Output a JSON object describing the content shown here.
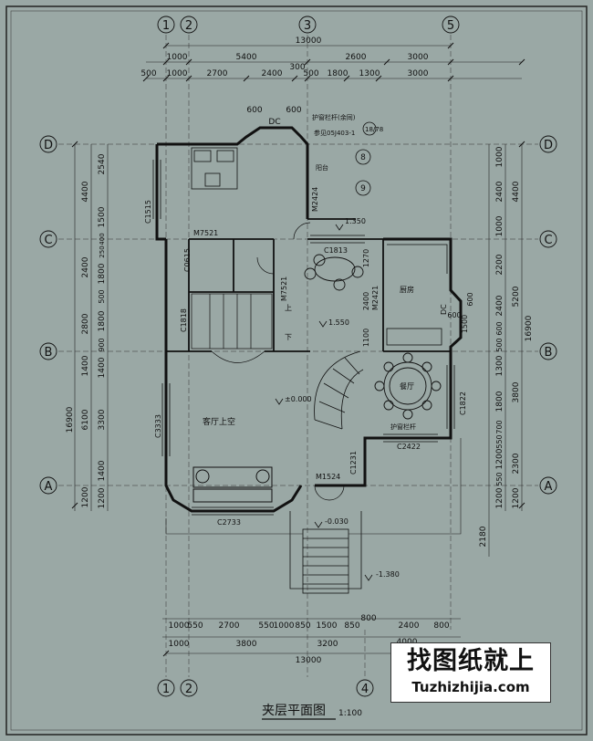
{
  "title": "夹层平面图",
  "scale": "1:100",
  "watermark": {
    "cn": "找图纸就上",
    "en": "Tuzhizhijia.com"
  },
  "grid_axes": {
    "top": [
      "1",
      "2",
      "3",
      "5"
    ],
    "bottom": [
      "1",
      "2",
      "4"
    ],
    "left": [
      "D",
      "C",
      "B",
      "A"
    ],
    "right": [
      "D",
      "C",
      "B",
      "A"
    ]
  },
  "dimensions": {
    "top_total": "13000",
    "top_row1": [
      "1000",
      "5400",
      "2600",
      "3000"
    ],
    "top_row2": [
      "500",
      "1000",
      "2700",
      "2400",
      "300",
      "500",
      "1800",
      "1300",
      "3000"
    ],
    "top_detail": [
      "600",
      "600",
      "DC"
    ],
    "bottom_row1": [
      "1000",
      "550",
      "2700",
      "550",
      "1000",
      "850",
      "1500",
      "850",
      "800",
      "2400",
      "800"
    ],
    "bottom_row2": [
      "1000",
      "3800",
      "3200",
      "4000"
    ],
    "bottom_total": "13000",
    "left_outer": "16900",
    "left_row1": [
      "4400",
      "2400",
      "2800",
      "1400",
      "6100",
      "1200"
    ],
    "left_row2": [
      "2540",
      "1500",
      "400",
      "250",
      "1800",
      "500",
      "1800",
      "900",
      "1400",
      "3300",
      "1400",
      "1200"
    ],
    "right_outer": "16900",
    "right_row1": [
      "4400",
      "5200",
      "3800",
      "2300",
      "1200"
    ],
    "right_row2": [
      "1000",
      "2400",
      "1000",
      "2200",
      "2400",
      "600",
      "500",
      "1300",
      "1800",
      "700",
      "550",
      "1200",
      "550",
      "1200"
    ],
    "right_extra": "2180",
    "inner": [
      "1270",
      "2400",
      "1100",
      "600",
      "600",
      "1500"
    ]
  },
  "labels": {
    "handrail": "护窗栏杆(余同)",
    "handrail_ref": "参见05J403-1",
    "detail_ref": "18/78",
    "circle_refs": [
      "8",
      "9"
    ],
    "upper_space": "客厅上空",
    "kitchen": "厨房",
    "dining": "餐厅",
    "guard_rail": "护窗栏杆",
    "up": "上",
    "down": "下",
    "dc": "DC",
    "yangtai": "阳台"
  },
  "codes": {
    "c1515": "C1515",
    "m7521a": "M7521",
    "m7521b": "M7521",
    "c0615": "C0615",
    "c1818": "C1818",
    "c1813": "C1813",
    "m2424": "M2424",
    "m2421": "M2421",
    "c3333": "C3333",
    "c1822": "C1822",
    "c2422": "C2422",
    "c1231": "C1231",
    "m1524": "M1524",
    "c2733": "C2733"
  },
  "elevations": {
    "e1": "1.350",
    "e2": "1.550",
    "e3": "±0.000",
    "e4": "-0.030",
    "e5": "-1.380"
  }
}
